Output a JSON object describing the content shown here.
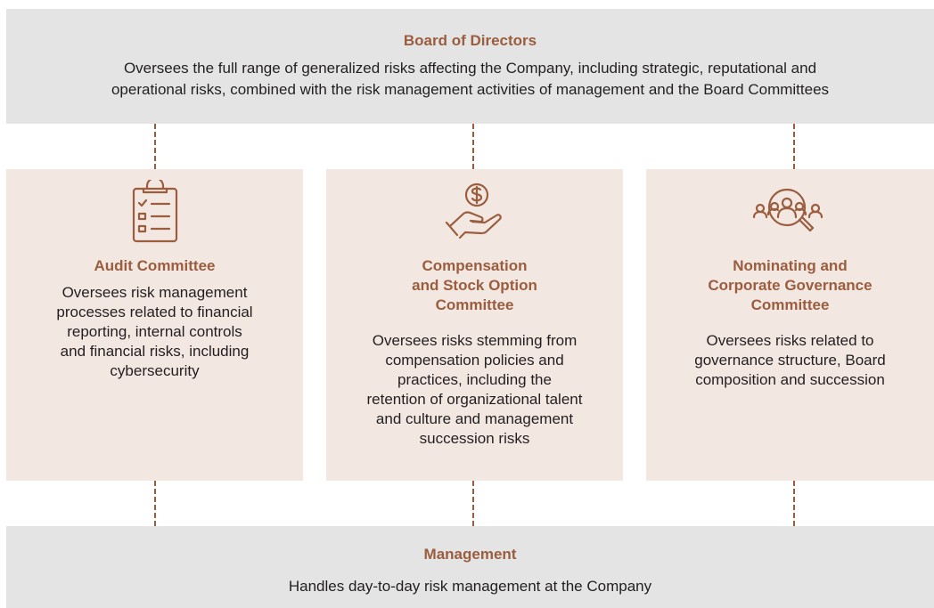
{
  "board": {
    "title": "Board of Directors",
    "description_line1": "Oversees the full range of generalized risks affecting the Company, including strategic, reputational and",
    "description_line2": "operational risks, combined with the risk management activities of management and the Board Committees"
  },
  "committees": [
    {
      "icon": "clipboard-checklist-icon",
      "title": [
        "Audit Committee"
      ],
      "description": [
        "Oversees risk management",
        "processes related to financial",
        "reporting, internal controls",
        "and financial risks, including",
        "cybersecurity"
      ]
    },
    {
      "icon": "hand-holding-dollar-icon",
      "title": [
        "Compensation",
        "and Stock Option",
        "Committee"
      ],
      "description": [
        "Oversees risks stemming from",
        "compensation policies and",
        "practices, including the",
        "retention of organizational talent",
        "and culture and management",
        "succession risks"
      ]
    },
    {
      "icon": "people-magnifier-icon",
      "title": [
        "Nominating and",
        "Corporate Governance",
        "Committee"
      ],
      "description": [
        "Oversees risks related to",
        "governance structure, Board",
        "composition and succession"
      ]
    }
  ],
  "management": {
    "title": "Management",
    "description": "Handles day-to-day risk management at the Company"
  },
  "colors": {
    "accent": "#9a5d3e",
    "band_background": "#e4e4e5",
    "card_background": "#f3e7e2",
    "text": "#231f20"
  }
}
